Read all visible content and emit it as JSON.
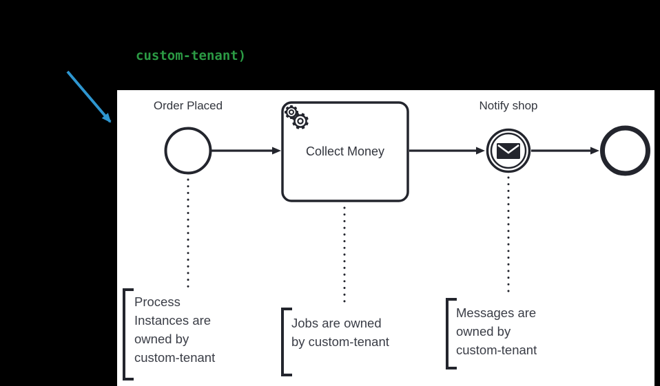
{
  "page": {
    "background": "#000000"
  },
  "code_overlay": {
    "text": "custom-tenant)",
    "color": "#2b9a44"
  },
  "pointer": {
    "description": "blue-arrow-pointing-to-canvas",
    "color": "#2e96d0"
  },
  "diagram": {
    "background": "#ffffff",
    "stroke_color": "#23252d",
    "label_color": "#32353d",
    "labels": {
      "start_event": "Order Placed",
      "task": "Collect Money",
      "message_event": "Notify shop"
    },
    "icons": {
      "task_icon": "service-gears-icon",
      "message_icon": "envelope-icon"
    },
    "annotations": [
      {
        "lines": [
          "Process",
          "Instances are",
          "owned by",
          "custom-tenant"
        ]
      },
      {
        "lines": [
          "Jobs are owned",
          "by custom-tenant"
        ]
      },
      {
        "lines": [
          "Messages are",
          "owned by",
          "custom-tenant"
        ]
      }
    ]
  }
}
